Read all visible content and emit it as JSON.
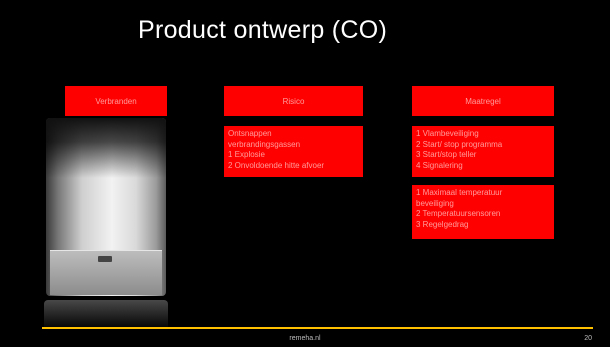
{
  "slide": {
    "title": "Product ontwerp (CO)",
    "columns": [
      {
        "header": "Verbranden",
        "boxes": []
      },
      {
        "header": "Risico",
        "boxes": [
          [
            "Ontsnappen",
            "verbrandingsgassen",
            "1 Explosie",
            "2 Onvoldoende hitte afvoer"
          ]
        ]
      },
      {
        "header": "Maatregel",
        "boxes": [
          [
            "1 Vlambeveiliging",
            "2 Start/ stop programma",
            "3 Start/stop teller",
            "4 Signalering"
          ],
          [
            "1 Maximaal temperatuur",
            "beveiliging",
            "2 Temperatuursensoren",
            "3 Regelgedrag"
          ]
        ]
      }
    ],
    "footer": "remeha.nl",
    "page_number": "20",
    "colors": {
      "background": "#000000",
      "box": "#ff0000",
      "accent_line": "#ffc000"
    }
  }
}
